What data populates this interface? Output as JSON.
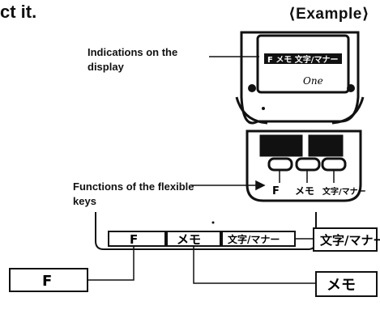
{
  "heading_tail": "ct it.",
  "example_label": "⟨Example⟩",
  "display_callout": "Indications on the display",
  "keys_callout": "Functions of the flexible keys",
  "phone": {
    "brand_text": "One",
    "display_text": "F メモ 文字/マナー"
  },
  "phone_key_labels": [
    "F",
    "メモ",
    "文字/マナー"
  ],
  "softkey_bar": [
    "F",
    "メモ",
    "文字/マナー"
  ],
  "result_boxes": {
    "left": "F",
    "right_top": "文字/マナー",
    "right_bottom": "メモ"
  }
}
